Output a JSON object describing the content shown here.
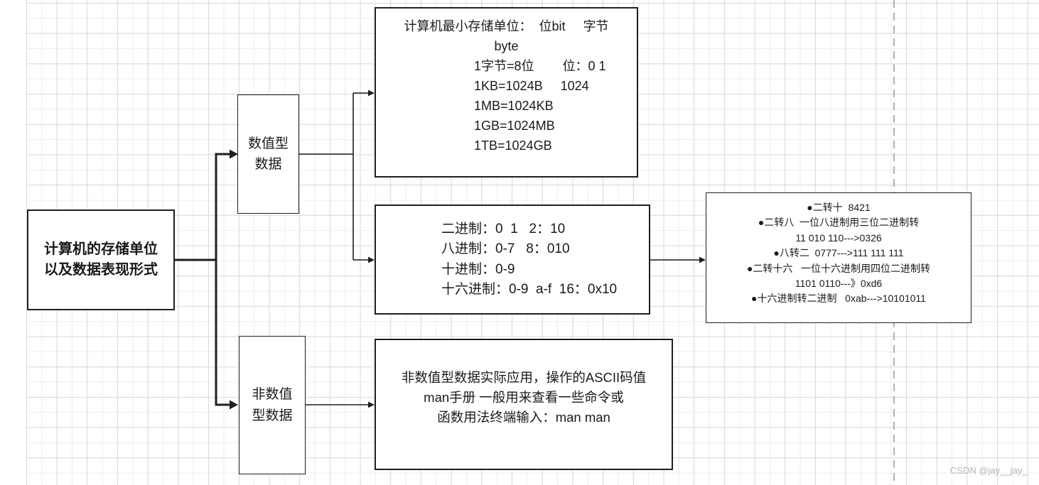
{
  "diagram": {
    "root": {
      "lines": [
        "计算机的存储单位",
        "以及数据表现形式"
      ]
    },
    "numeric_branch": {
      "lines": [
        "数值型",
        "数据"
      ]
    },
    "nonnumeric_branch": {
      "lines": [
        "非数值",
        "型数据"
      ]
    },
    "storage_box": {
      "lines": [
        "计算机最小存储单位：  位bit     字节",
        "byte",
        "1字节=8位        位：0 1",
        "1KB=1024B     1024",
        "1MB=1024KB",
        "1GB=1024MB",
        "1TB=1024GB"
      ]
    },
    "base_box": {
      "lines": [
        "二进制：0  1   2：10",
        "八进制：0-7   8：010",
        "十进制：0-9",
        "十六进制：0-9  a-f  16：0x10"
      ]
    },
    "conversion_box": {
      "lines": [
        "●二转十  8421",
        "●二转八  一位八进制用三位二进制转",
        "11 010 110--->0326",
        "●八转二  0777--->111 111 111",
        "●二转十六   一位十六进制用四位二进制转",
        "1101 0110---》0xd6",
        "●十六进制转二进制   0xab--->10101011"
      ]
    },
    "ascii_box": {
      "lines": [
        "非数值型数据实际应用，操作的ASCII码值",
        "man手册 一般用来查看一些命令或",
        "函数用法终端输入：man man"
      ]
    }
  },
  "watermark": "CSDN @jay__jay_",
  "colors": {
    "line": "#1f1f1f",
    "grid_minor": "#ededed",
    "grid_major": "#d9d9d9",
    "page_break_dash": "#9e9e9e",
    "watermark_text": "#b3b3b3",
    "node_fill": "#ffffff"
  }
}
